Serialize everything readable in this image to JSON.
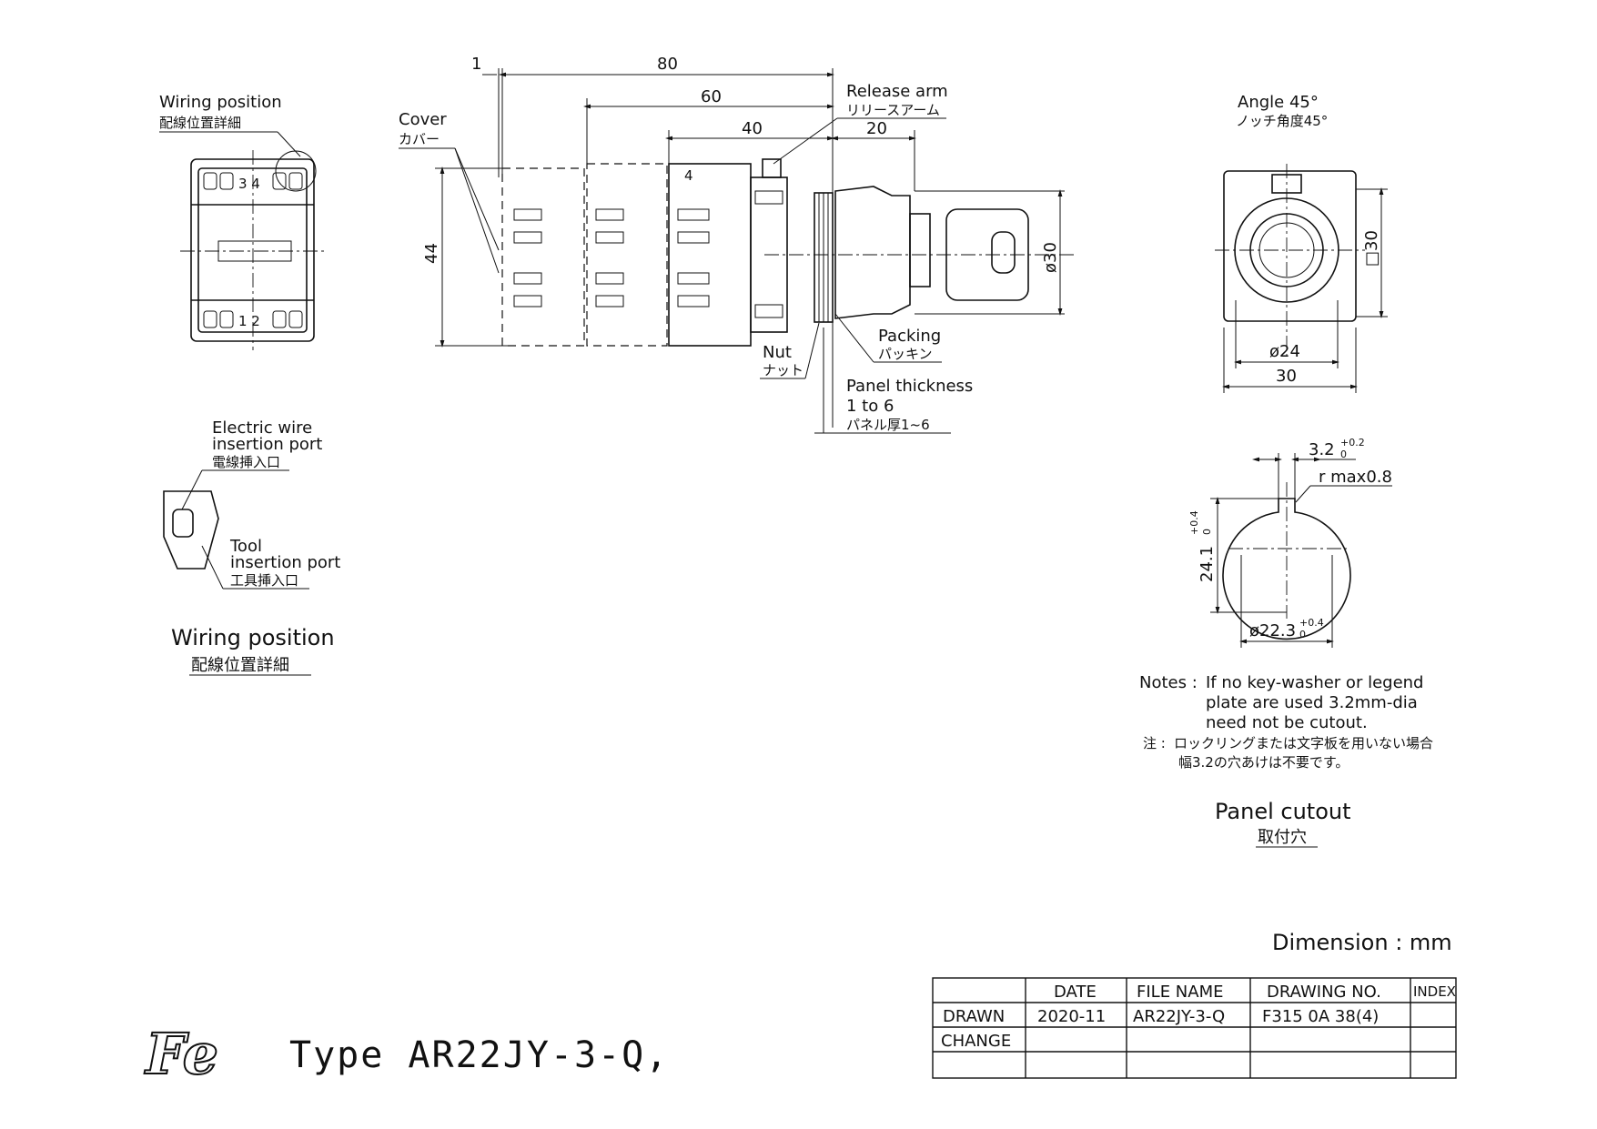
{
  "wiring_view": {
    "label_en": "Wiring position",
    "label_jp": "配線位置詳細",
    "terminal_top": "3 4",
    "terminal_bottom": "1 2"
  },
  "side_view": {
    "dim_1": "1",
    "dim_80": "80",
    "dim_60": "60",
    "dim_40": "40",
    "dim_20": "20",
    "dim_44": "44",
    "dim_dia30": "ø30",
    "cover_en": "Cover",
    "cover_jp": "カバー",
    "release_en": "Release arm",
    "release_jp": "リリースアーム",
    "packing_en": "Packing",
    "packing_jp": "パッキン",
    "nut_en": "Nut",
    "nut_jp": "ナット",
    "panel_en": "Panel thickness",
    "panel_range": "1 to 6",
    "panel_jp": "パネル厚1~6",
    "block_mark": "4"
  },
  "front_view": {
    "angle_en": "Angle 45°",
    "angle_jp": "ノッチ角度45°",
    "dim_sq30": "□30",
    "dim_dia24": "ø24",
    "dim_30": "30"
  },
  "terminal_detail": {
    "wire_en_1": "Electric wire",
    "wire_en_2": "insertion port",
    "wire_jp": "電線挿入口",
    "tool_en_1": "Tool",
    "tool_en_2": "insertion port",
    "tool_jp": "工具挿入口",
    "caption_en": "Wiring position",
    "caption_jp": "配線位置詳細"
  },
  "cutout": {
    "dim_key": "3.2",
    "dim_key_tol_top": "+0.2",
    "dim_key_tol_bot": "0",
    "dim_r": "r max0.8",
    "dim_h": "24.1",
    "dim_h_tol_top": "+0.4",
    "dim_h_tol_bot": "0",
    "dim_d": "ø22.3",
    "dim_d_tol_top": "+0.4",
    "dim_d_tol_bot": "0",
    "notes_head": "Notes :",
    "notes_1": "If no key-washer or legend",
    "notes_2": "plate are used 3.2mm-dia",
    "notes_3": "need not be cutout.",
    "notes_jp_head": "注 :",
    "notes_jp_1": "ロックリングまたは文字板を用いない場合",
    "notes_jp_2": "幅3.2の穴あけは不要です。",
    "caption_en": "Panel cutout",
    "caption_jp": "取付穴"
  },
  "dimension_unit": "Dimension : mm",
  "title": "Type AR22JY-3-Q,",
  "logo": "Fe",
  "title_block": {
    "headers": [
      "",
      "DATE",
      "FILE NAME",
      "DRAWING NO.",
      "INDEX"
    ],
    "rows": [
      [
        "DRAWN",
        "2020-11",
        "AR22JY-3-Q",
        "F315 0A 38(4)",
        ""
      ],
      [
        "CHANGE",
        "",
        "",
        "",
        ""
      ],
      [
        "",
        "",
        "",
        "",
        ""
      ]
    ]
  }
}
